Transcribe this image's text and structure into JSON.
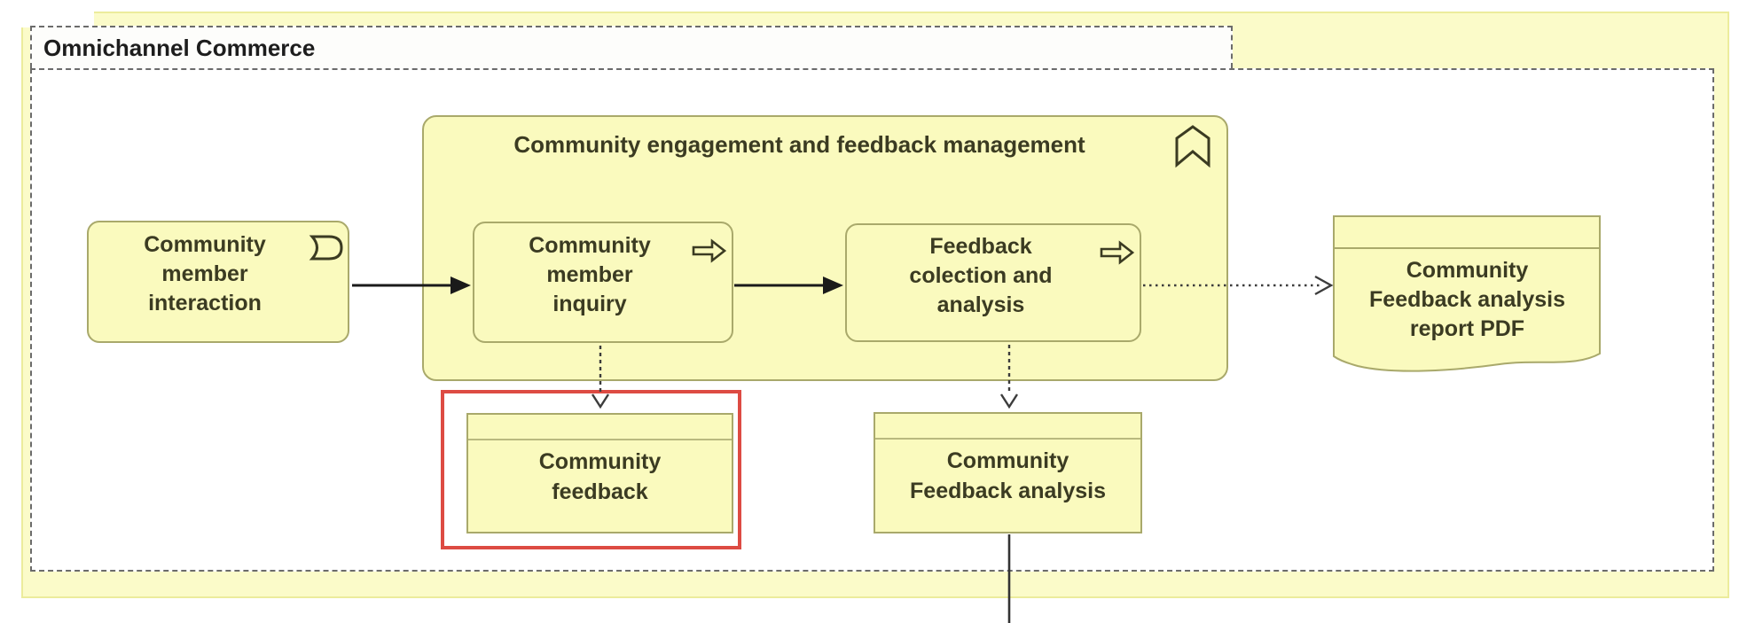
{
  "diagram": {
    "container": {
      "label": "Omnichannel Commerce"
    },
    "group": {
      "label": "Community engagement and feedback management",
      "icon": "chevron-banner-icon"
    },
    "nodes": {
      "interaction": {
        "lines": [
          "Community",
          "member",
          "interaction"
        ],
        "icon": "event-icon"
      },
      "inquiry": {
        "lines": [
          "Community",
          "member",
          "inquiry"
        ],
        "icon": "process-arrow-icon"
      },
      "collection": {
        "lines": [
          "Feedback",
          "colection and",
          "analysis"
        ],
        "icon": "process-arrow-icon"
      },
      "report": {
        "lines": [
          "Community",
          "Feedback analysis",
          "report PDF"
        ],
        "shape": "document"
      },
      "feedback_object": {
        "lines": [
          "Community",
          "feedback"
        ],
        "highlighted": true
      },
      "analysis_object": {
        "lines": [
          "Community",
          "Feedback analysis"
        ]
      }
    },
    "connections": [
      {
        "from": "interaction",
        "to": "inquiry",
        "style": "solid-filled-arrow"
      },
      {
        "from": "inquiry",
        "to": "collection",
        "style": "solid-filled-arrow"
      },
      {
        "from": "collection",
        "to": "report",
        "style": "dotted-open-arrow"
      },
      {
        "from": "inquiry",
        "to": "feedback_object",
        "style": "dashed-open-arrow"
      },
      {
        "from": "collection",
        "to": "analysis_object",
        "style": "dashed-open-arrow"
      },
      {
        "from": "analysis_object",
        "to": "offscreen-bottom",
        "style": "solid-line"
      }
    ],
    "colors": {
      "outer_fill": "#FBFBC9",
      "outer_border": "#ECEC9C",
      "shape_fill": "#FAFABE",
      "shape_border": "#A9A96B",
      "text": "#3B3B22",
      "container_text": "#1D1D1D",
      "dashed_border": "#6B6B6B",
      "highlight": "#DD4B43",
      "arrow": "#1A1A1A"
    }
  }
}
